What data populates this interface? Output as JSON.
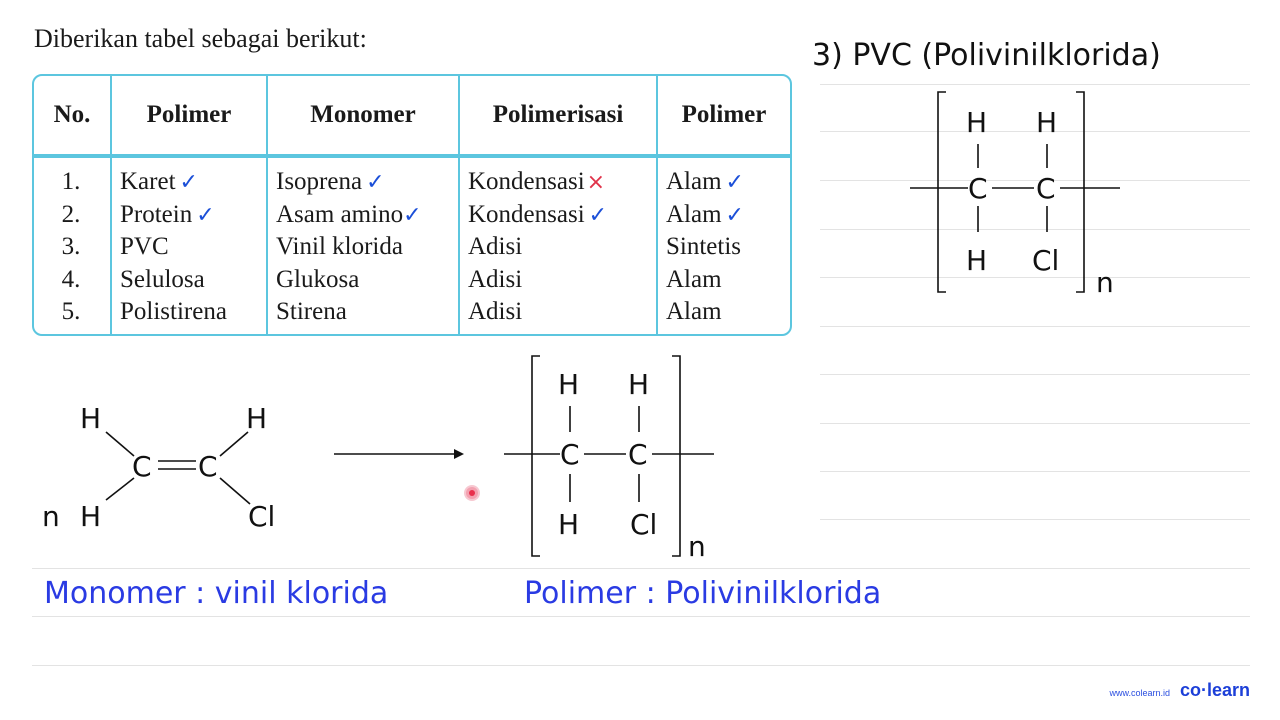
{
  "intro_text": "Diberikan tabel sebagai berikut:",
  "table": {
    "headers": [
      "No.",
      "Polimer",
      "Monomer",
      "Polimerisasi",
      "Polimer"
    ],
    "numbers": [
      "1.",
      "2.",
      "3.",
      "4.",
      "5."
    ],
    "polimer": [
      "Karet",
      "Protein",
      "PVC",
      "Selulosa",
      "Polistirena"
    ],
    "monomer": [
      "Isoprena",
      "Asam amino",
      "Vinil klorida",
      "Glukosa",
      "Stirena"
    ],
    "polimerisasi": [
      "Kondensasi",
      "Kondensasi",
      "Adisi",
      "Adisi",
      "Adisi"
    ],
    "jenis": [
      "Alam",
      "Alam",
      "Sintetis",
      "Alam",
      "Alam"
    ],
    "check_mark": "✓",
    "cross_mark": "×"
  },
  "pvc_title": "3) PVC (Polivinilklorida)",
  "molecule": {
    "h": "H",
    "c": "C",
    "cl": "Cl",
    "n": "n"
  },
  "captions": {
    "monomer": "Monomer : vinil klorida",
    "polimer": "Polimer : Polivinilklorida"
  },
  "footer": {
    "url": "www.colearn.id",
    "logo": "co·learn"
  },
  "colors": {
    "table_border": "#5cc6df",
    "annotation_blue": "#2a3be3",
    "check_blue": "#1b4fd8",
    "cross_red": "#e0334a"
  }
}
